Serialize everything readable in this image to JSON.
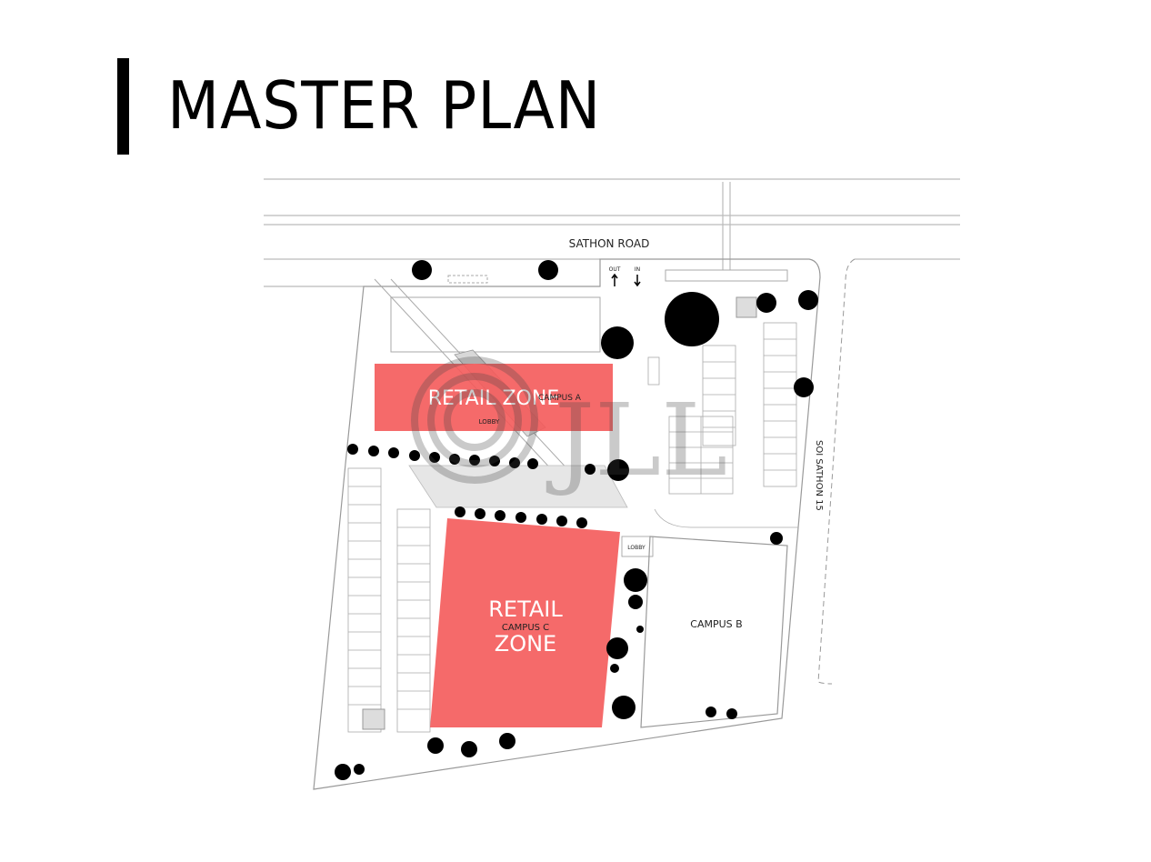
{
  "header": {
    "title": "MASTER PLAN"
  },
  "plan": {
    "road_name": "SATHON ROAD",
    "side_road_name": "SOI SATHON 15",
    "out_label": "OUT",
    "in_label": "IN",
    "campus_a_label": "CAMPUS A",
    "campus_a_lobby": "LOBBY",
    "campus_b_label": "CAMPUS B",
    "campus_b_lobby": "LOBBY",
    "campus_c_label": "CAMPUS C",
    "retail_zone_top": "RETAIL ZONE",
    "retail_zone_bottom_line1": "RETAIL",
    "retail_zone_bottom_line2": "ZONE",
    "retail_color": "#f45a5a",
    "watermark": "JLL"
  }
}
